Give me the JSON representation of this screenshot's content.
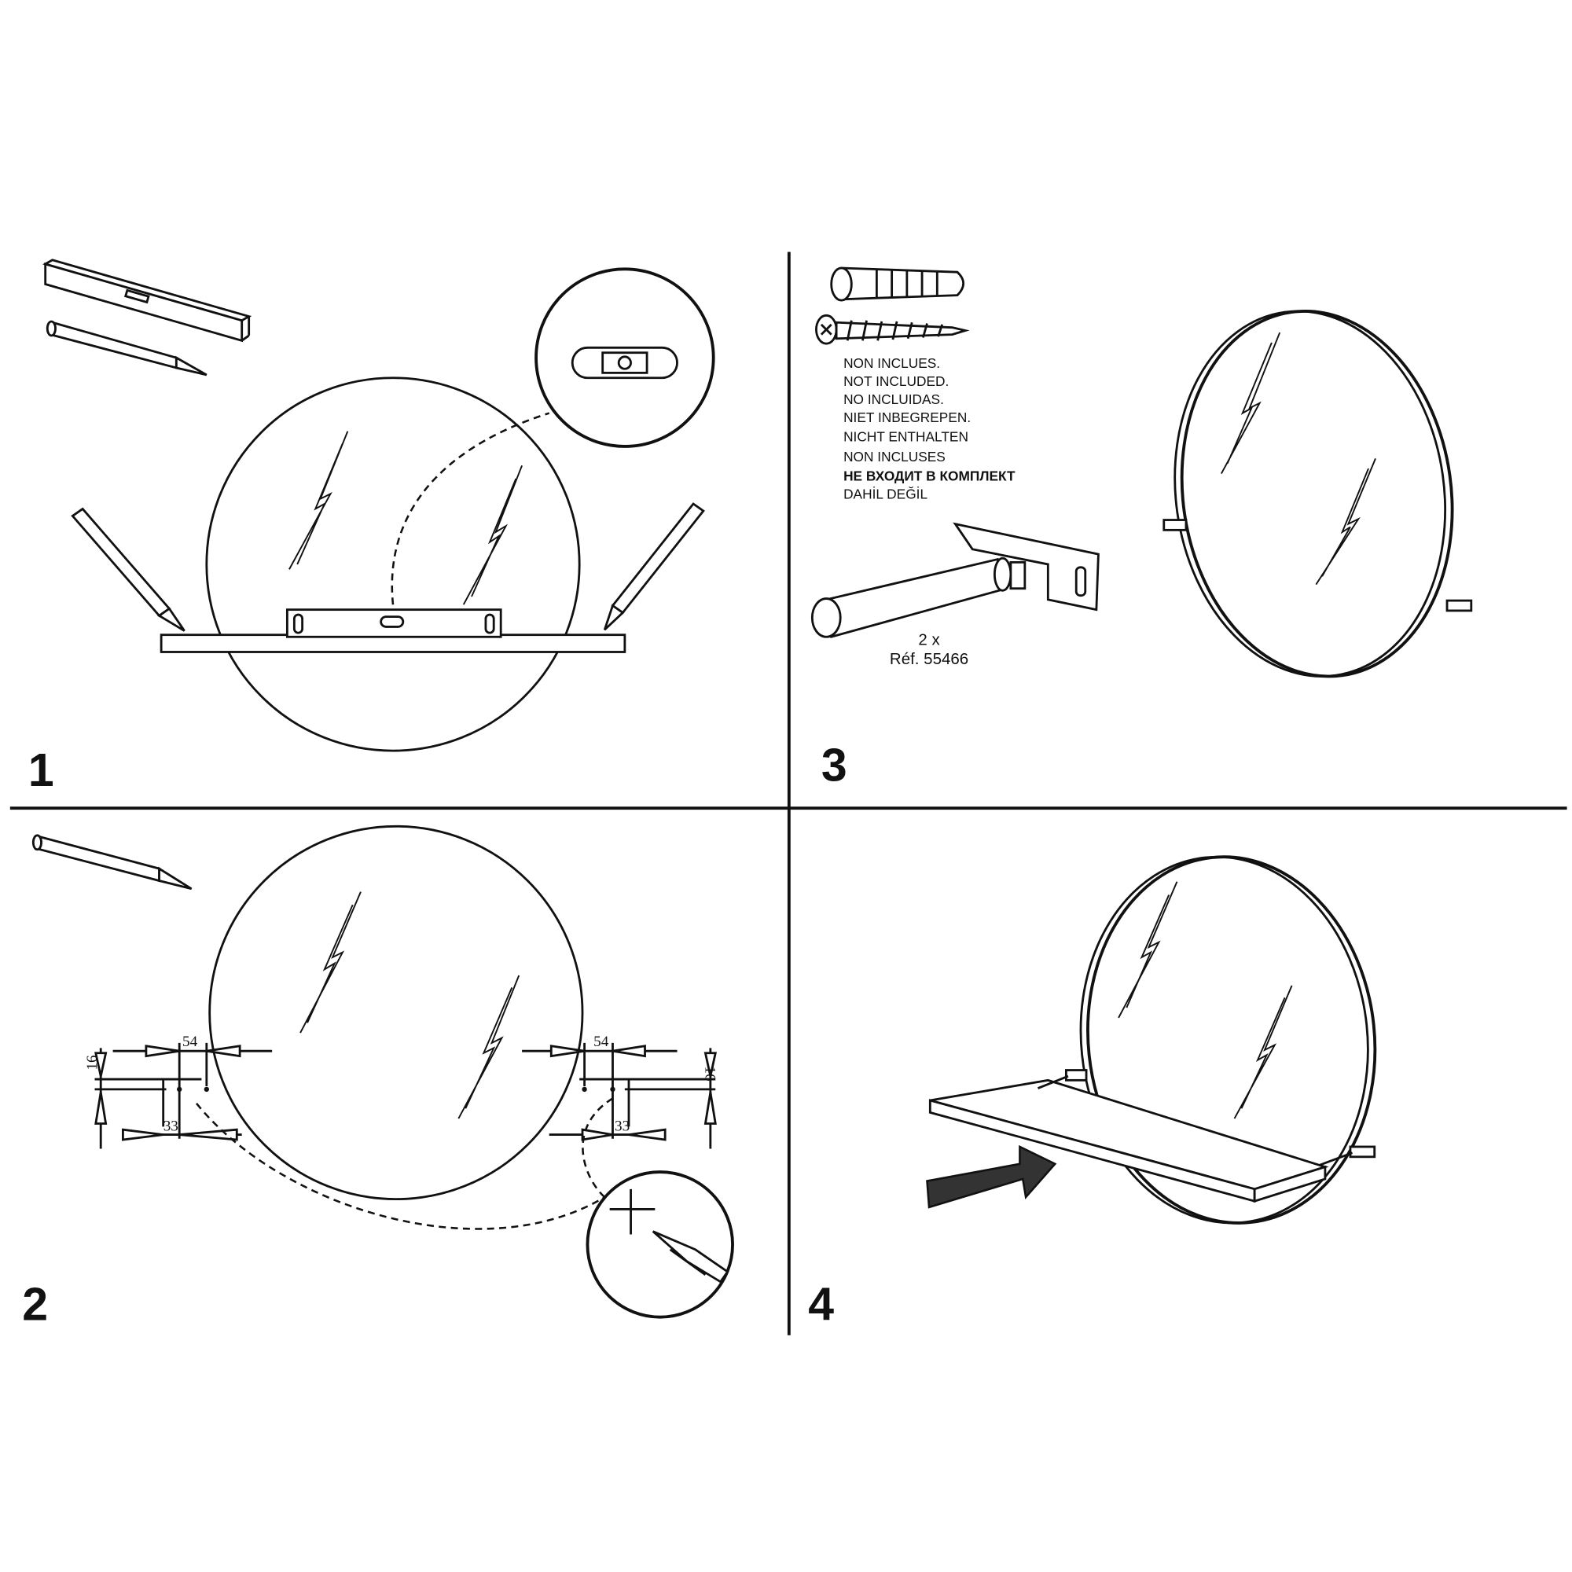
{
  "steps": [
    {
      "number": "1"
    },
    {
      "number": "2",
      "dimensions": {
        "width_a": "54",
        "height": "16",
        "width_b": "33"
      }
    },
    {
      "number": "3",
      "not_included": [
        "NON INCLUES.",
        "NOT INCLUDED.",
        "NO INCLUIDAS.",
        "NIET INBEGREPEN.",
        "NICHT ENTHALTEN",
        "NON INCLUSES",
        "НЕ ВХОДИТ В КОМПЛЕКТ",
        "DAHİL DEĞİL"
      ],
      "quantity": "2 x",
      "reference": "Réf. 55466"
    },
    {
      "number": "4"
    }
  ],
  "icons": [
    "spirit-level-icon",
    "pencil-icon",
    "wall-plug-icon",
    "screw-icon",
    "bracket-icon",
    "arrow-icon",
    "mirror-icon",
    "shelf-icon"
  ]
}
